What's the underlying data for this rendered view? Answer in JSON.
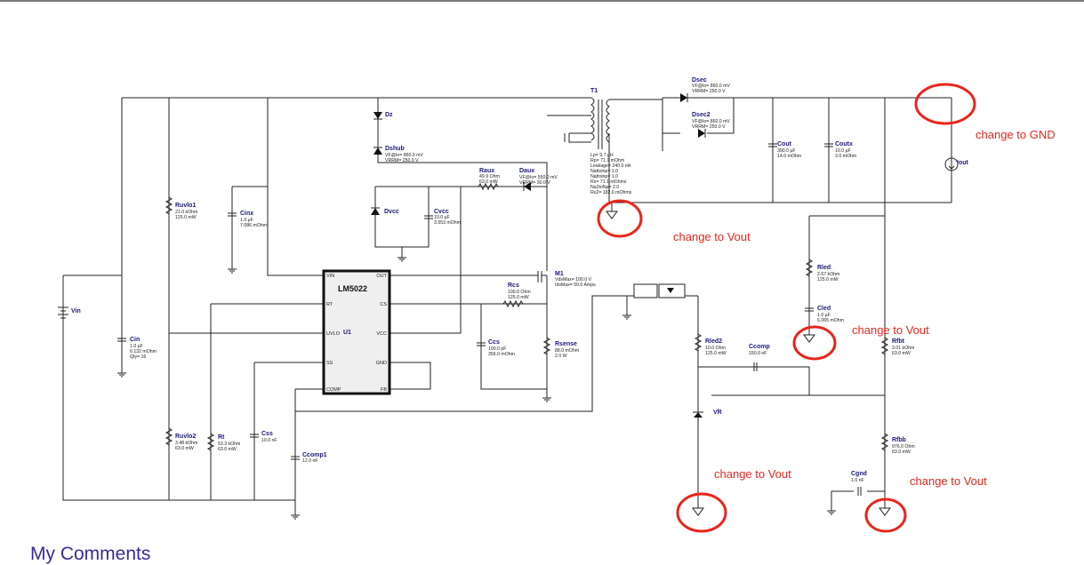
{
  "ic": {
    "name": "LM5022",
    "ref": "U1",
    "pins_left": [
      "VIN",
      "RT",
      "UVLO",
      "SS",
      "COMP"
    ],
    "pins_right": [
      "OUT",
      "CS",
      "VCC",
      "GND",
      "FB"
    ]
  },
  "components": {
    "Dz": {
      "ref": "Dz"
    },
    "Dshub": {
      "ref": "Dshub",
      "vals": [
        "VF@Io= 860.0 mV",
        "VRRM= 250.0 V"
      ]
    },
    "T1": {
      "ref": "T1",
      "vals": [
        "Lp= 9.7 µH",
        "Rp= 71.1 mOhm",
        "Leakage= 240.0 nH",
        "Nattoinp= 1.0",
        "Nattoinp= 1.0",
        "Rs= 71.1 mOhms",
        "Na2toNp= 2.0",
        "Rs2= 182.0 mOhms"
      ]
    },
    "Dsec": {
      "ref": "Dsec",
      "vals": [
        "VF@Io= 860.0 mV",
        "VRRM= 250.0 V"
      ]
    },
    "Dsec2": {
      "ref": "Dsec2",
      "vals": [
        "VF@Io= 860.0 mV",
        "VRRM= 250.0 V"
      ]
    },
    "Cout": {
      "ref": "Cout",
      "vals": [
        "390.0 µF",
        "14.0 mOhm"
      ]
    },
    "Coutx": {
      "ref": "Coutx",
      "vals": [
        "10.0 µF",
        "3.0 mOhm"
      ]
    },
    "Iout": {
      "ref": "Iout"
    },
    "Raux": {
      "ref": "Raux",
      "vals": [
        "49.9 Ohm",
        "63.0 mW"
      ]
    },
    "Daux": {
      "ref": "Daux",
      "vals": [
        "VF@Io= 550.0 mV",
        "VRRM= 30.0 V"
      ]
    },
    "Ruvlo1": {
      "ref": "Ruvlo1",
      "vals": [
        "21.0 kOhm",
        "125.0 mW"
      ]
    },
    "Cinx": {
      "ref": "Cinx",
      "vals": [
        "1.0 µF",
        "7.086 mOhm"
      ]
    },
    "Dvcc": {
      "ref": "Dvcc"
    },
    "Cvcc": {
      "ref": "Cvcc",
      "vals": [
        "10.0 µF",
        "3.553 mOhm"
      ]
    },
    "M1": {
      "ref": "M1",
      "vals": [
        "VdsMax= 100.0 V",
        "IdsMax= 50.0 Amps"
      ]
    },
    "Rcs": {
      "ref": "Rcs",
      "vals": [
        "100.0 Ohm",
        "125.0 mW"
      ]
    },
    "Vin": {
      "ref": "Vin"
    },
    "Cin": {
      "ref": "Cin",
      "vals": [
        "1.0 µF",
        "6.132 mOhm",
        "Qty= 16"
      ]
    },
    "Ccs": {
      "ref": "Ccs",
      "vals": [
        "100.0 pF",
        "356.0 mOhm"
      ]
    },
    "Rsense": {
      "ref": "Rsense",
      "vals": [
        "88.0 mOhm",
        "2.0 W"
      ]
    },
    "Ruvlo2": {
      "ref": "Ruvlo2",
      "vals": [
        "3.48 kOhm",
        "63.0 mW"
      ]
    },
    "Rt": {
      "ref": "Rt",
      "vals": [
        "53.3 kOhm",
        "63.0 mW"
      ]
    },
    "Css": {
      "ref": "Css",
      "vals": [
        "10.0 nF"
      ]
    },
    "Ccomp1": {
      "ref": "Ccomp1",
      "vals": [
        "12.0 nF"
      ]
    },
    "Rled": {
      "ref": "Rled",
      "vals": [
        "2.67 kOhm",
        "125.0 mW"
      ]
    },
    "Cled": {
      "ref": "Cled",
      "vals": [
        "1.0 µF",
        "6.065 mOhm"
      ]
    },
    "Rled2": {
      "ref": "Rled2",
      "vals": [
        "10.0 Ohm",
        "125.0 mW"
      ]
    },
    "Ccomp": {
      "ref": "Ccomp",
      "vals": [
        "150.0 nF"
      ]
    },
    "Rfbt": {
      "ref": "Rfbt",
      "vals": [
        "3.01 kOhm",
        "63.0 mW"
      ]
    },
    "VR": {
      "ref": "VR"
    },
    "Rfbb": {
      "ref": "Rfbb",
      "vals": [
        "976.0 Ohm",
        "63.0 mW"
      ]
    },
    "Cgnd": {
      "ref": "Cgnd",
      "vals": [
        "1.0 nF"
      ]
    }
  },
  "annotations": {
    "gnd": "change to GND",
    "vout1": "change to Vout",
    "vout2": "change to Vout",
    "vout3": "change to Vout",
    "vout4": "change to Vout"
  },
  "footer": {
    "heading": "My Comments"
  },
  "colors": {
    "annotation": "#e8261c",
    "label": "#1a1a7a",
    "heading": "#3a2a9a"
  }
}
